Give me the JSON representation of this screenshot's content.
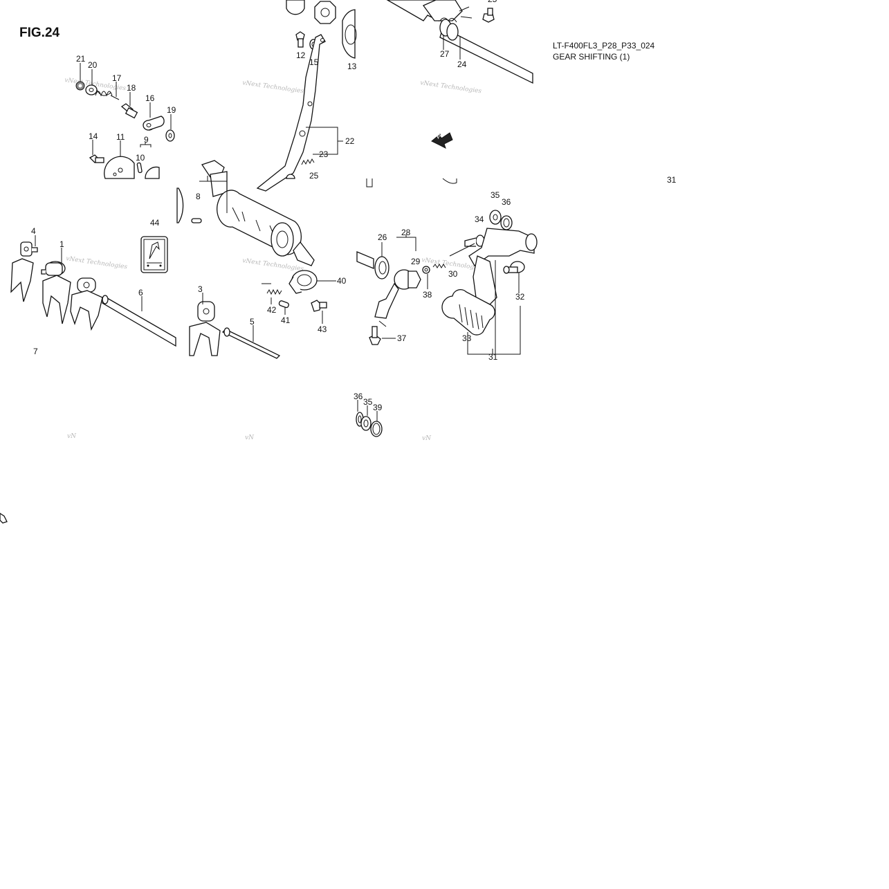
{
  "figure": {
    "title": "FIG.24",
    "model_code": "LT-F400FL3_P28_P33_024",
    "section_title": "GEAR SHIFTING (1)"
  },
  "watermark": {
    "text": "vNext Technologies",
    "fragment": "vN"
  },
  "arrow_label": "FWD",
  "callouts": {
    "c1": "1",
    "c3": "3",
    "c4": "4",
    "c5": "5",
    "c6": "6",
    "c7": "7",
    "c8": "8",
    "c9": "9",
    "c10": "10",
    "c11": "11",
    "c12": "12",
    "c13": "13",
    "c14": "14",
    "c15": "15",
    "c16": "16",
    "c17": "17",
    "c18": "18",
    "c19": "19",
    "c20": "20",
    "c21": "21",
    "c22": "22",
    "c23": "23",
    "c24": "24",
    "c25": "25",
    "c26": "26",
    "c27": "27",
    "c28": "28",
    "c29": "29",
    "c30": "30",
    "c31": "31",
    "c32": "32",
    "c33": "33",
    "c34": "34",
    "c35": "35",
    "c36": "36",
    "c37": "37",
    "c38": "38",
    "c39": "39",
    "c40": "40",
    "c41": "41",
    "c42": "42",
    "c43": "43",
    "c44": "44"
  }
}
